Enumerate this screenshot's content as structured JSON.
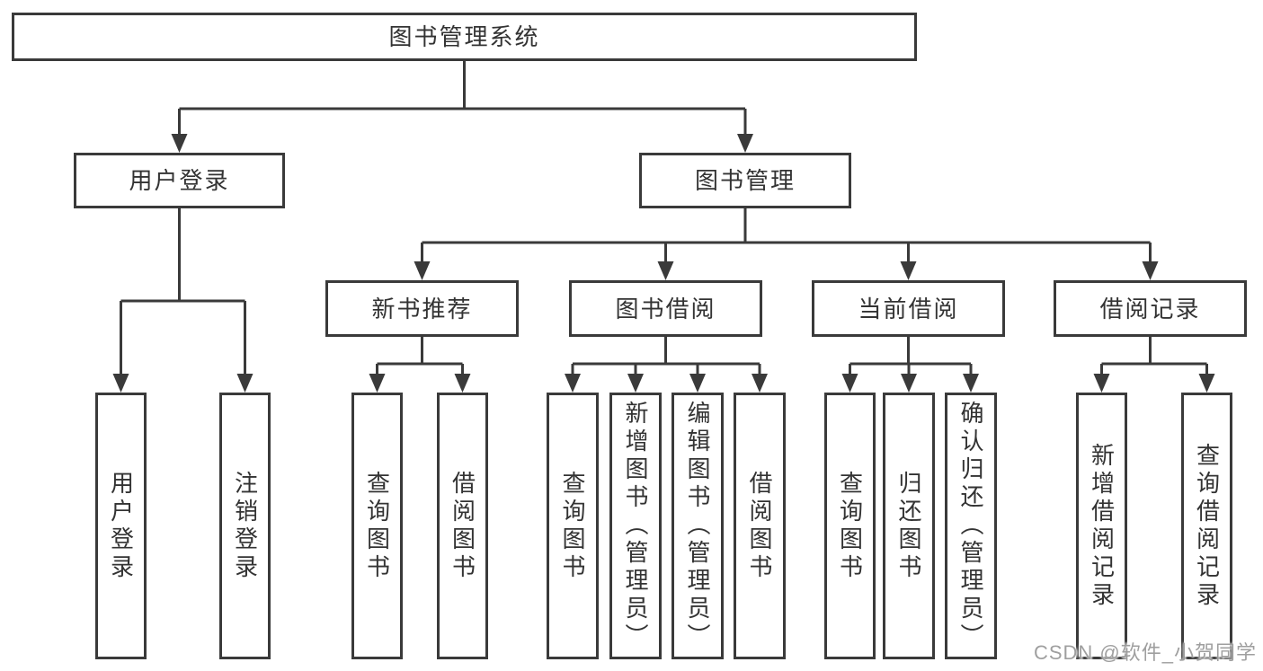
{
  "diagram": {
    "root": {
      "label": "图书管理系统"
    },
    "user_login": {
      "label": "用户登录",
      "children": [
        {
          "label": "用户登录"
        },
        {
          "label": "注销登录"
        }
      ]
    },
    "book_management": {
      "label": "图书管理",
      "sections": {
        "new_book_recommend": {
          "label": "新书推荐",
          "children": [
            {
              "label": "查询图书"
            },
            {
              "label": "借阅图书"
            }
          ]
        },
        "book_borrowing": {
          "label": "图书借阅",
          "children": [
            {
              "label": "查询图书"
            },
            {
              "label": "新增图书（管理员）"
            },
            {
              "label": "编辑图书（管理员）"
            },
            {
              "label": "借阅图书"
            }
          ]
        },
        "current_borrowing": {
          "label": "当前借阅",
          "children": [
            {
              "label": "查询图书"
            },
            {
              "label": "归还图书"
            },
            {
              "label": "确认归还（管理员）"
            }
          ]
        },
        "borrowing_records": {
          "label": "借阅记录",
          "children": [
            {
              "label": "新增借阅记录"
            },
            {
              "label": "查询借阅记录"
            }
          ]
        }
      }
    }
  },
  "watermark": {
    "text": "CSDN @软件_小贺同学"
  },
  "colors": {
    "line": "#3a3a3a",
    "text": "#333333",
    "background": "#ffffff",
    "watermark": "#9a9a9a"
  }
}
